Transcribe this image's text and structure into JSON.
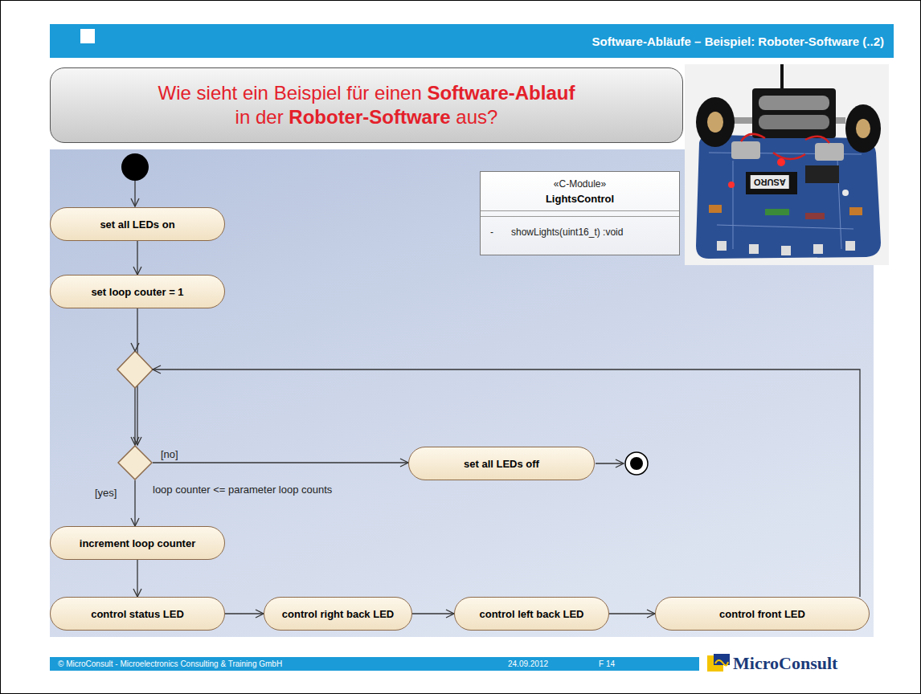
{
  "diagram": {
    "title": "Software-Abläufe – Beispiel: Roboter-Software (..2)",
    "nodes": [
      {
        "text": [
          "Wie sieht ein Beispiel für einen Software-Ablauf in der Roboter-Software aus?"
        ]
      },
      {
        "text": [
          "set all LEDs on"
        ]
      },
      {
        "text": [
          "set loop couter = 1"
        ]
      },
      {
        "text": [
          "loop counter <= parameter loop counts"
        ]
      },
      {
        "text": [
          "set all LEDs off"
        ]
      },
      {
        "text": [
          "increment loop counter"
        ]
      },
      {
        "text": [
          "control status LED"
        ]
      },
      {
        "text": [
          "control right back LED"
        ]
      },
      {
        "text": [
          "control left back LED"
        ]
      },
      {
        "text": [
          "control front LED"
        ]
      },
      {
        "text": [
          "«C-Module»",
          "LightsControl",
          "-",
          "showLights(uint16_t) :void"
        ]
      }
    ],
    "edges": [
      {
        "from": 1,
        "to": 2,
        "arrow": "to"
      },
      {
        "from": 2,
        "to": 3,
        "arrow": "to"
      },
      {
        "from": 3,
        "to": 4,
        "arrow": "to",
        "label": "[no]"
      },
      {
        "from": 3,
        "to": 5,
        "arrow": "to",
        "label": "[yes]"
      },
      {
        "from": 5,
        "to": 6,
        "arrow": "to"
      },
      {
        "from": 6,
        "to": 7,
        "arrow": "to"
      },
      {
        "from": 7,
        "to": 8,
        "arrow": "to"
      },
      {
        "from": 8,
        "to": 9,
        "arrow": "to"
      },
      {
        "from": 9,
        "to": 3,
        "arrow": "to"
      }
    ],
    "labels": [
      "ASURO",
      "© MicroConsult - Microelectronics Consulting & Training GmbH",
      "24.09.2012",
      "F 14",
      "MicroConsult"
    ]
  }
}
